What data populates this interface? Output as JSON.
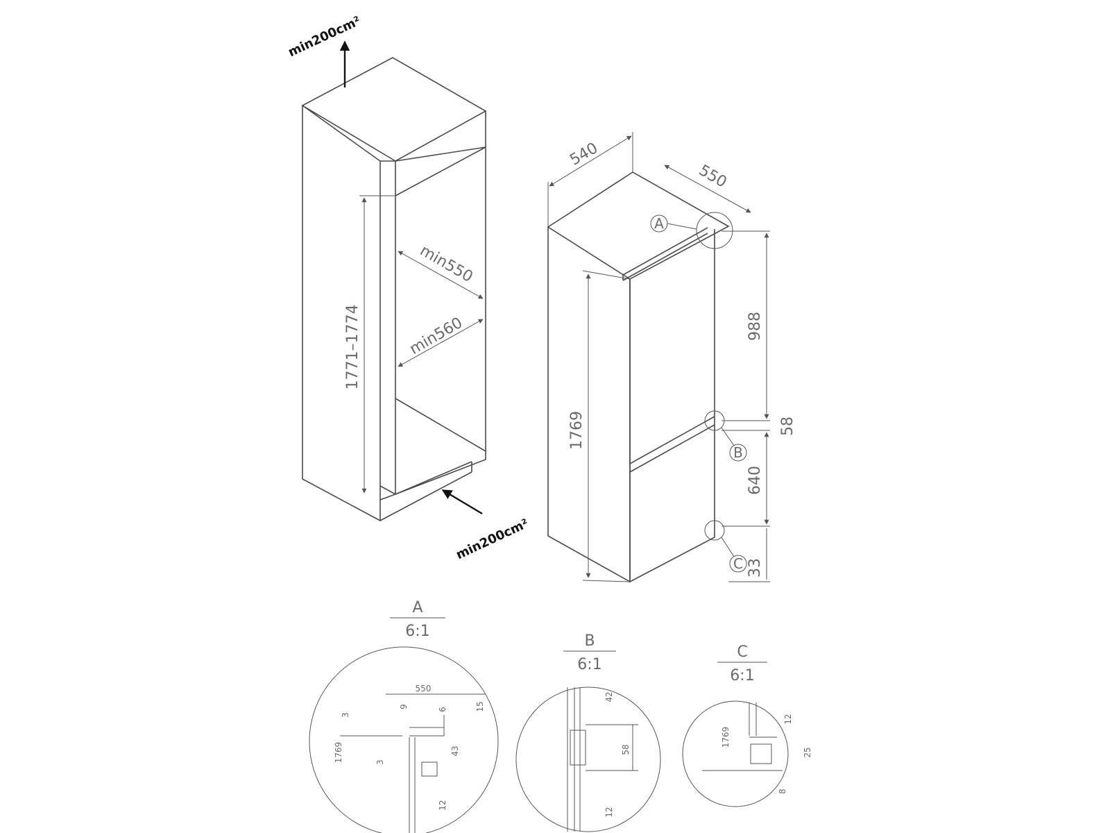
{
  "cabinet": {
    "vent_top": "min200cm²",
    "vent_bottom": "min200cm²",
    "height": "1771–1774",
    "depth": "min550",
    "width": "min560"
  },
  "appliance": {
    "width": "540",
    "depth": "550",
    "height": "1769",
    "dim_988": "988",
    "dim_58": "58",
    "dim_640": "640",
    "dim_33": "33",
    "marker_a": "A",
    "marker_b": "B",
    "marker_c": "C"
  },
  "detail_a": {
    "label": "A",
    "scale": "6:1",
    "d550": "550",
    "d3a": "3",
    "d9": "9",
    "d6": "6",
    "d15": "15",
    "d1769": "1769",
    "d3b": "3",
    "d43": "43",
    "d12": "12"
  },
  "detail_b": {
    "label": "B",
    "scale": "6:1",
    "d42": "42",
    "d58": "58",
    "d12": "12"
  },
  "detail_c": {
    "label": "C",
    "scale": "6:1",
    "d12": "12",
    "d1769": "1769",
    "d25": "25",
    "d8": "8"
  }
}
